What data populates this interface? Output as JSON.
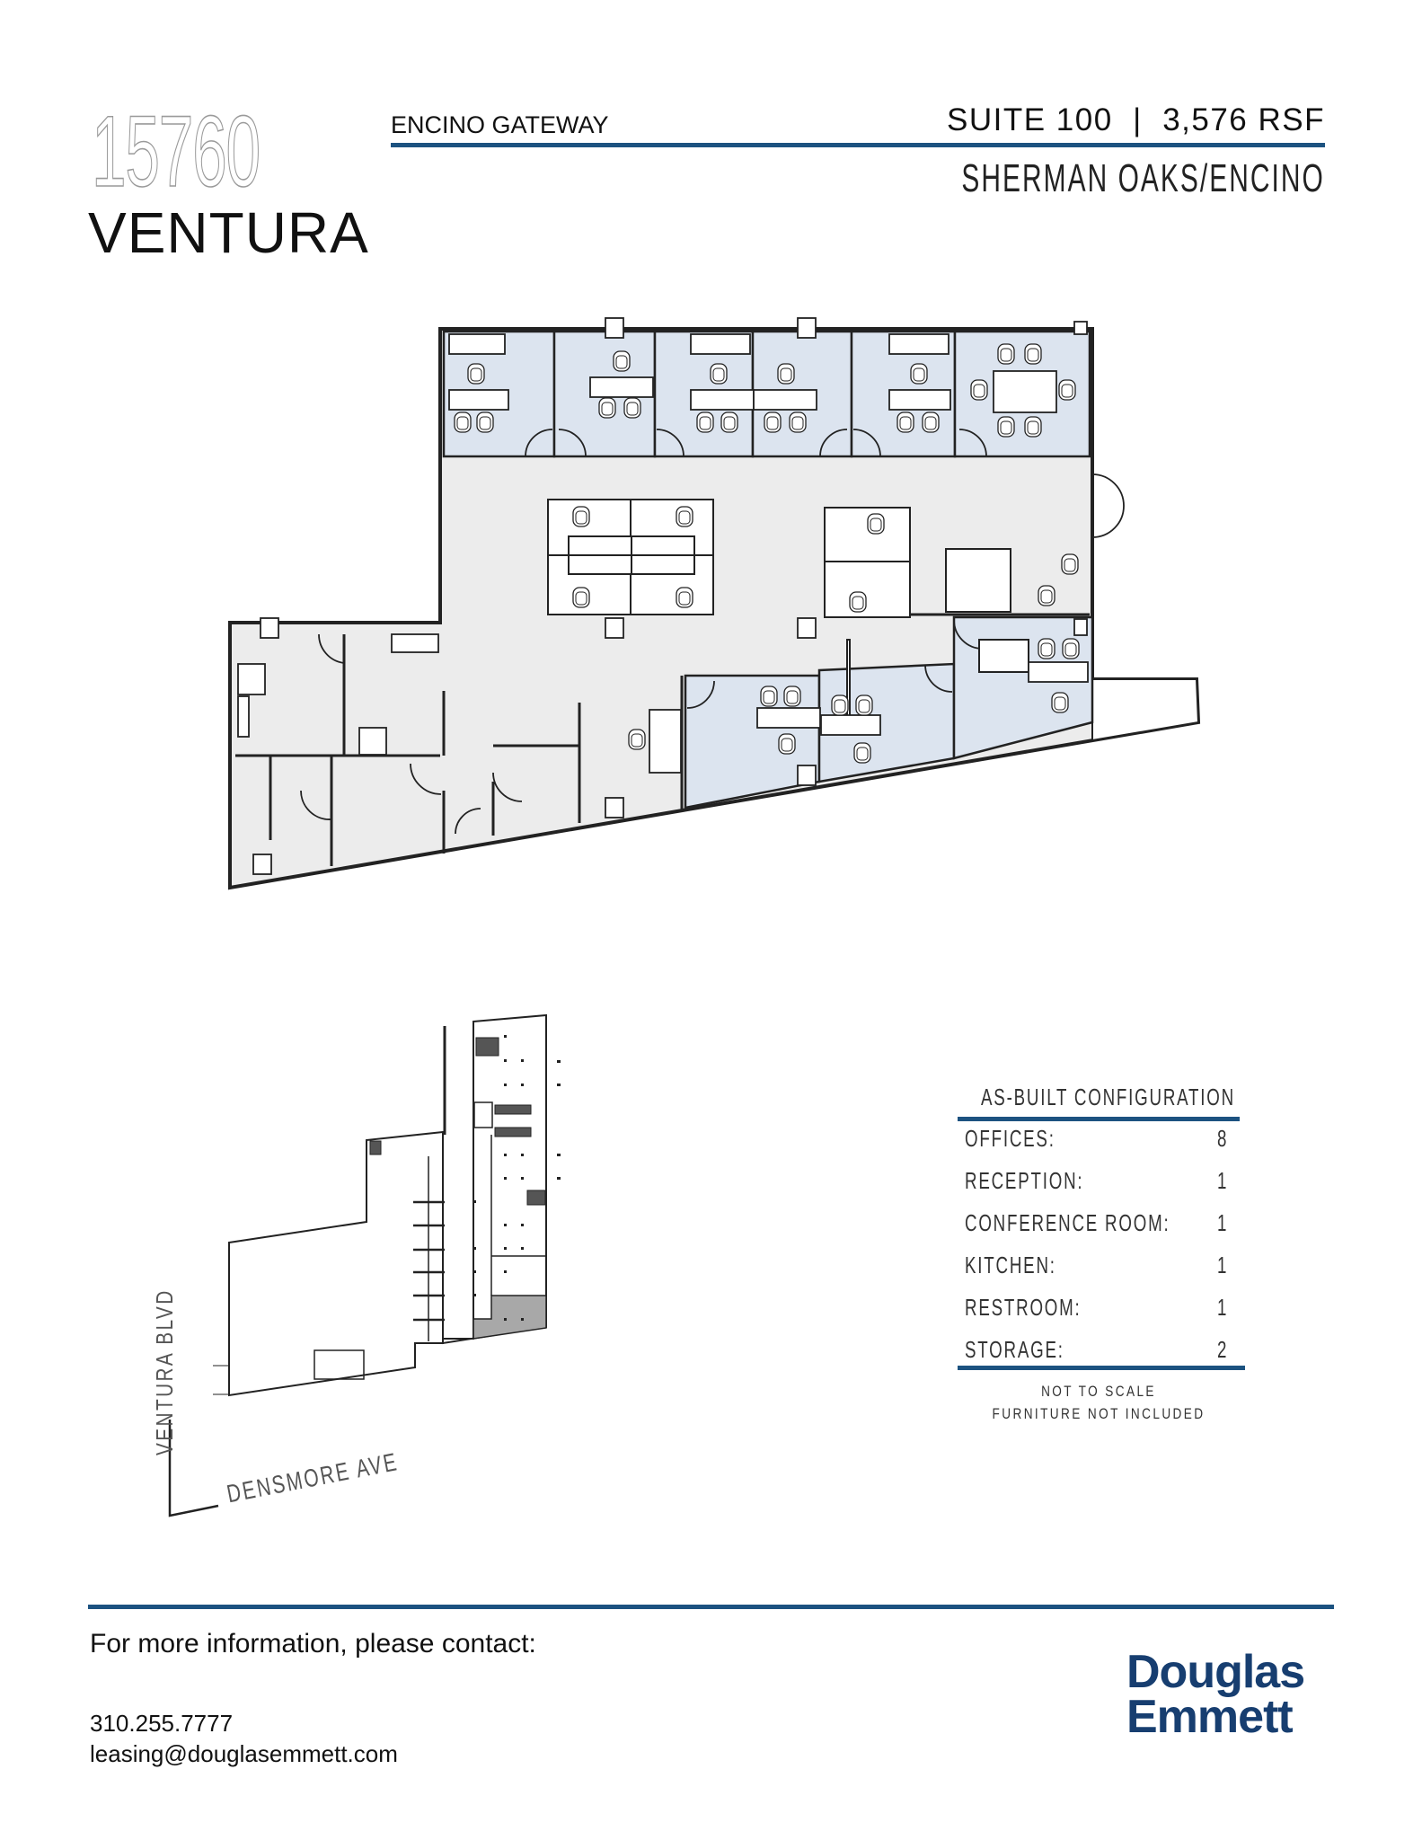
{
  "header": {
    "address_number": "15760",
    "street": "VENTURA",
    "building_name": "ENCINO GATEWAY",
    "suite": "SUITE 100",
    "separator": "|",
    "size": "3,576 RSF",
    "submarket": "SHERMAN OAKS/ENCINO"
  },
  "accent_color": "#1c5280",
  "office_fill": "#dce4ef",
  "common_fill": "#ececec",
  "configuration": {
    "title": "AS-BUILT CONFIGURATION",
    "rows": [
      {
        "label": "OFFICES:",
        "value": "8"
      },
      {
        "label": "RECEPTION:",
        "value": "1"
      },
      {
        "label": "CONFERENCE ROOM:",
        "value": "1"
      },
      {
        "label": "KITCHEN:",
        "value": "1"
      },
      {
        "label": "RESTROOM:",
        "value": "1"
      },
      {
        "label": "STORAGE:",
        "value": "2"
      }
    ],
    "notes": [
      "NOT TO SCALE",
      "FURNITURE NOT INCLUDED"
    ]
  },
  "key_plan": {
    "street_vertical": "VENTURA BLVD",
    "street_horizontal": "DENSMORE AVE"
  },
  "footer": {
    "contact_heading": "For more information, please contact:",
    "phone": "310.255.7777",
    "email": "leasing@douglasemmett.com",
    "logo_line1": "Douglas",
    "logo_line2": "Emmett",
    "logo_color": "#173e70"
  }
}
